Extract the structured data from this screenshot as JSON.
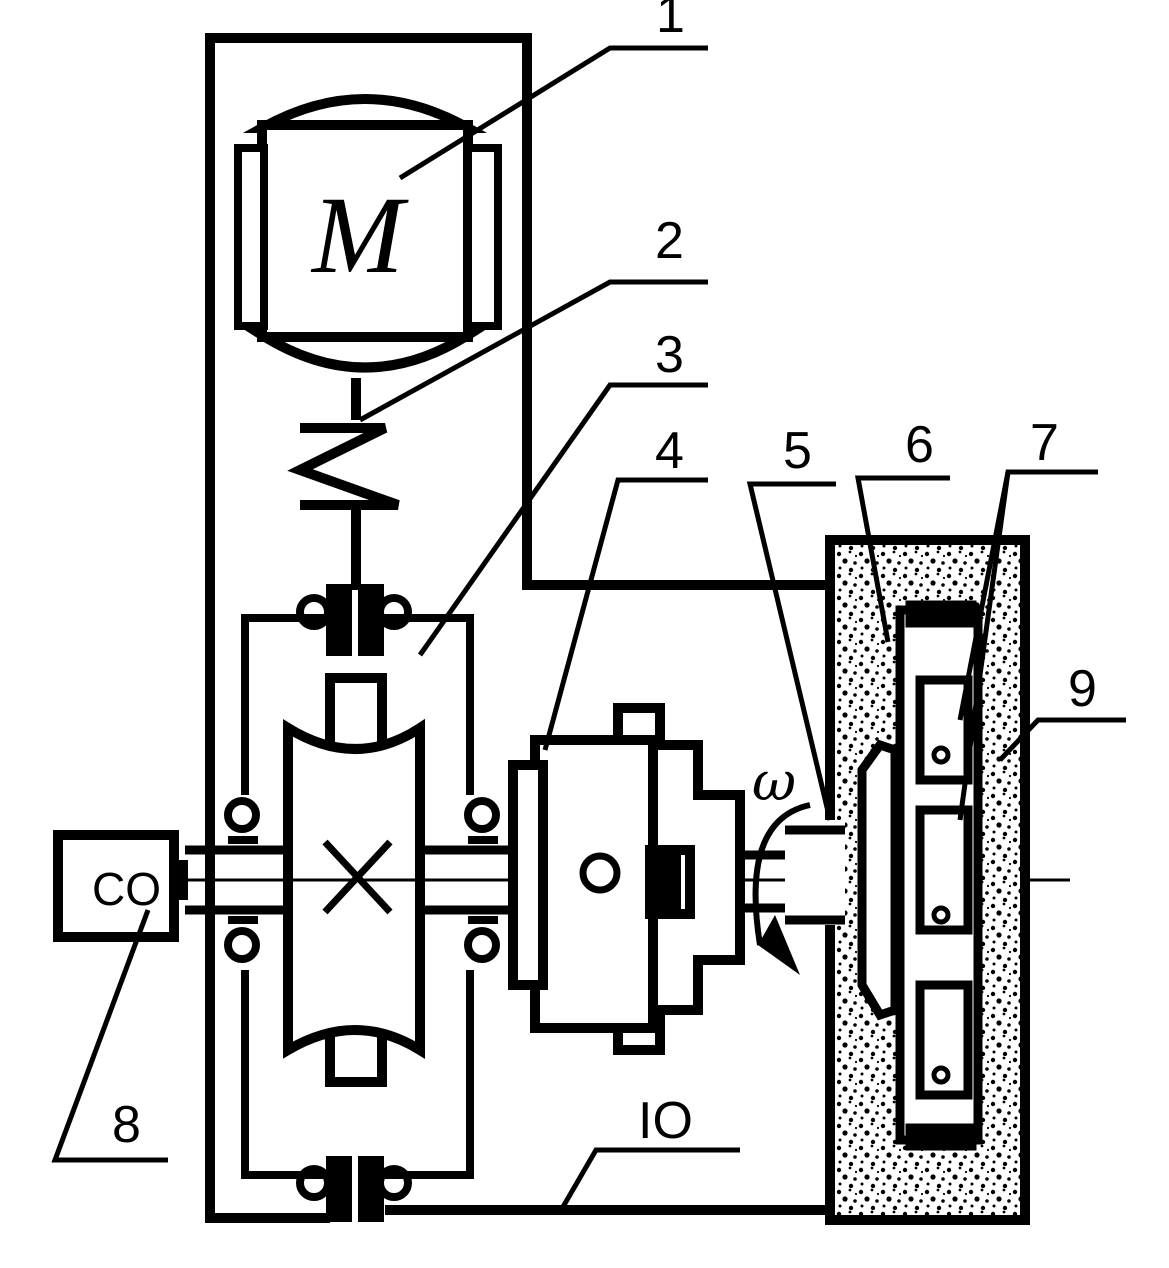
{
  "diagram": {
    "motor_symbol": "M",
    "sensor_label": "CO",
    "omega_symbol": "ω",
    "callouts": [
      "1",
      "2",
      "3",
      "4",
      "5",
      "6",
      "7",
      "8",
      "9",
      "IO"
    ]
  },
  "colors": {
    "ink": "#000000",
    "paper": "#ffffff"
  }
}
